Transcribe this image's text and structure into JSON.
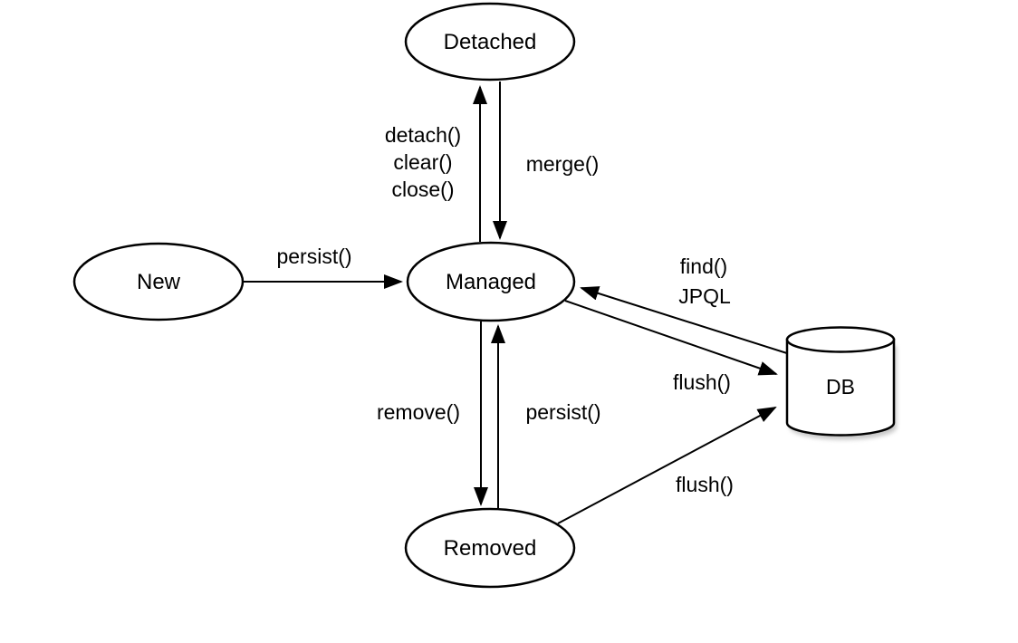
{
  "diagram": {
    "type": "state-diagram",
    "colors": {
      "background": "#ffffff",
      "stroke": "#000000",
      "node_fill": "#ffffff",
      "db_shadow": "#9a9a9a"
    },
    "nodes": {
      "detached": {
        "label": "Detached",
        "shape": "ellipse"
      },
      "new": {
        "label": "New",
        "shape": "ellipse"
      },
      "managed": {
        "label": "Managed",
        "shape": "ellipse"
      },
      "removed": {
        "label": "Removed",
        "shape": "ellipse"
      },
      "db": {
        "label": "DB",
        "shape": "cylinder"
      }
    },
    "edges": {
      "new_to_managed": {
        "from": "new",
        "to": "managed",
        "label": "persist()"
      },
      "managed_to_detached": {
        "from": "managed",
        "to": "detached",
        "labels": [
          "detach()",
          "clear()",
          "close()"
        ]
      },
      "detached_to_managed": {
        "from": "detached",
        "to": "managed",
        "label": "merge()"
      },
      "managed_to_removed": {
        "from": "managed",
        "to": "removed",
        "label": "remove()"
      },
      "removed_to_managed": {
        "from": "removed",
        "to": "managed",
        "label": "persist()"
      },
      "db_to_managed": {
        "from": "db",
        "to": "managed",
        "labels": [
          "find()",
          "JPQL"
        ]
      },
      "managed_to_db": {
        "from": "managed",
        "to": "db",
        "label": "flush()"
      },
      "removed_to_db": {
        "from": "removed",
        "to": "db",
        "label": "flush()"
      }
    }
  }
}
